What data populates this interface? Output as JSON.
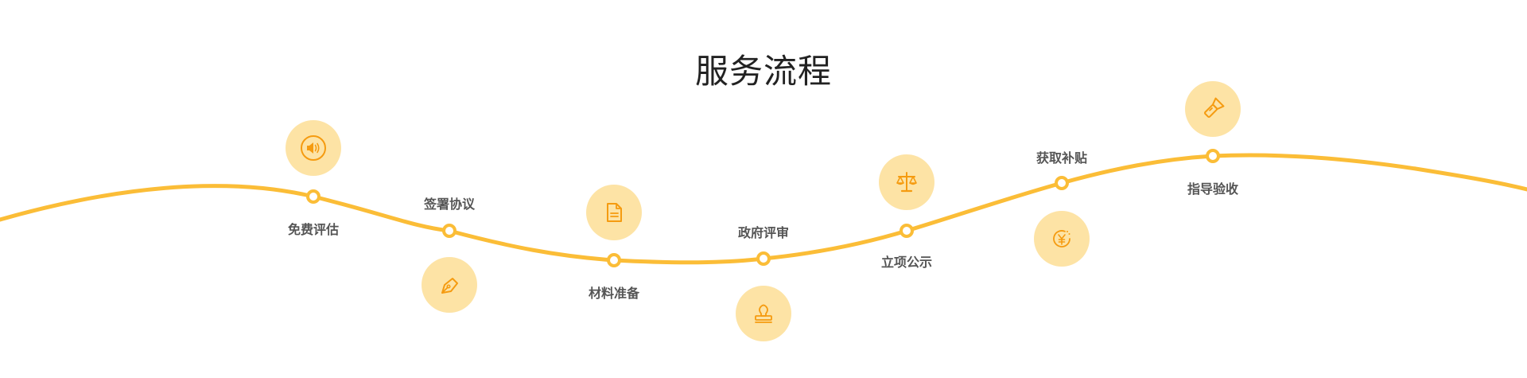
{
  "title": "服务流程",
  "accent_color": "#fbbd37",
  "icon_bg_color": "#fde3a5",
  "icon_color": "#f59b10",
  "steps": [
    {
      "label": "免费评估",
      "icon": "speaker-icon"
    },
    {
      "label": "签署协议",
      "icon": "pen-icon"
    },
    {
      "label": "材料准备",
      "icon": "document-icon"
    },
    {
      "label": "政府评审",
      "icon": "stamp-icon"
    },
    {
      "label": "立项公示",
      "icon": "scales-icon"
    },
    {
      "label": "获取补贴",
      "icon": "yen-coin-icon"
    },
    {
      "label": "指导验收",
      "icon": "flashlight-icon"
    }
  ]
}
